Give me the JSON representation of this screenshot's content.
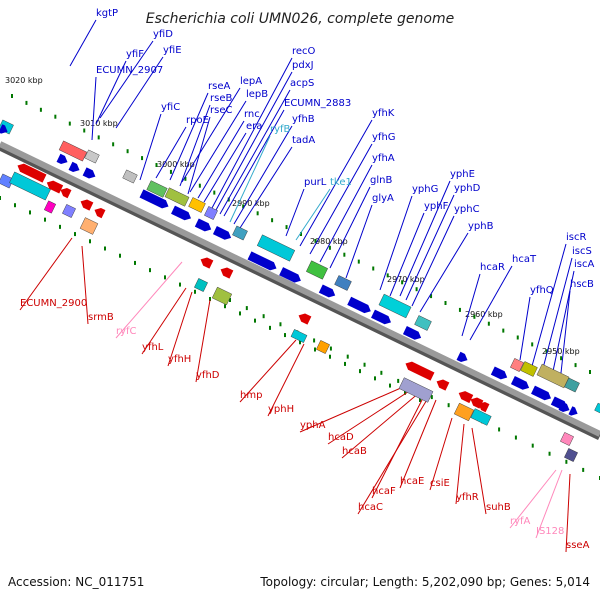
{
  "title": "Escherichia coli UMN026, complete genome",
  "footer": {
    "accession": "Accession: NC_011751",
    "stats": "Topology: circular; Length: 5,202,090 bp; Genes: 5,014"
  },
  "colors": {
    "backbone": "#888888",
    "forward_gene": "#0000cc",
    "reverse_gene": "#dd0000",
    "rna_gene": "#ff88bb",
    "misc_label": "#33aacc",
    "tick": "#007700",
    "leader_blue": "#0000cc",
    "leader_red": "#cc0000"
  },
  "scale_ticks": [
    "3020 kbp",
    "3010 kbp",
    "3000 kbp",
    "2990 kbp",
    "2980 kbp",
    "2970 kbp",
    "2960 kbp",
    "2950 kbp"
  ],
  "genes_top": [
    {
      "label": "kgtP",
      "color": "#0000cc"
    },
    {
      "label": "yfiD",
      "color": "#0000cc"
    },
    {
      "label": "yfiF",
      "color": "#0000cc"
    },
    {
      "label": "yfiE",
      "color": "#0000cc"
    },
    {
      "label": "ECUMN_2907",
      "color": "#0000cc"
    },
    {
      "label": "yfiC",
      "color": "#0000cc"
    },
    {
      "label": "rseA",
      "color": "#0000cc"
    },
    {
      "label": "lepA",
      "color": "#0000cc"
    },
    {
      "label": "rseB",
      "color": "#0000cc"
    },
    {
      "label": "lepB",
      "color": "#0000cc"
    },
    {
      "label": "rseC",
      "color": "#0000cc"
    },
    {
      "label": "rpoE",
      "color": "#0000cc"
    },
    {
      "label": "rnc",
      "color": "#0000cc"
    },
    {
      "label": "era",
      "color": "#0000cc"
    },
    {
      "label": "recO",
      "color": "#0000cc"
    },
    {
      "label": "pdxJ",
      "color": "#0000cc"
    },
    {
      "label": "acpS",
      "color": "#0000cc"
    },
    {
      "label": "ECUMN_2883",
      "color": "#0000cc"
    },
    {
      "label": "ryfB",
      "color": "#33aacc"
    },
    {
      "label": "yfhB",
      "color": "#0000cc"
    },
    {
      "label": "tadA",
      "color": "#0000cc"
    },
    {
      "label": "yfhK",
      "color": "#0000cc"
    },
    {
      "label": "yfhG",
      "color": "#0000cc"
    },
    {
      "label": "yfhA",
      "color": "#0000cc"
    },
    {
      "label": "glnB",
      "color": "#0000cc"
    },
    {
      "label": "purL",
      "color": "#0000cc"
    },
    {
      "label": "tke1",
      "color": "#33aacc"
    },
    {
      "label": "glyA",
      "color": "#0000cc"
    },
    {
      "label": "yphE",
      "color": "#0000cc"
    },
    {
      "label": "yphD",
      "color": "#0000cc"
    },
    {
      "label": "yphG",
      "color": "#0000cc"
    },
    {
      "label": "yphF",
      "color": "#0000cc"
    },
    {
      "label": "yphC",
      "color": "#0000cc"
    },
    {
      "label": "yphB",
      "color": "#0000cc"
    },
    {
      "label": "hcaR",
      "color": "#0000cc"
    },
    {
      "label": "hcaT",
      "color": "#0000cc"
    },
    {
      "label": "iscR",
      "color": "#0000cc"
    },
    {
      "label": "iscS",
      "color": "#0000cc"
    },
    {
      "label": "iscA",
      "color": "#0000cc"
    },
    {
      "label": "hscB",
      "color": "#0000cc"
    },
    {
      "label": "yfhQ",
      "color": "#0000cc"
    }
  ],
  "genes_bottom": [
    {
      "label": "ECUMN_2900",
      "color": "#cc0000"
    },
    {
      "label": "srmB",
      "color": "#cc0000"
    },
    {
      "label": "ryfC",
      "color": "#ff88bb"
    },
    {
      "label": "yfhL",
      "color": "#cc0000"
    },
    {
      "label": "yfhH",
      "color": "#cc0000"
    },
    {
      "label": "yfhD",
      "color": "#cc0000"
    },
    {
      "label": "hmp",
      "color": "#cc0000"
    },
    {
      "label": "yphH",
      "color": "#cc0000"
    },
    {
      "label": "yphA",
      "color": "#cc0000"
    },
    {
      "label": "hcaD",
      "color": "#cc0000"
    },
    {
      "label": "hcaB",
      "color": "#cc0000"
    },
    {
      "label": "hcaF",
      "color": "#cc0000"
    },
    {
      "label": "hcaC",
      "color": "#cc0000"
    },
    {
      "label": "hcaE",
      "color": "#cc0000"
    },
    {
      "label": "csiE",
      "color": "#cc0000"
    },
    {
      "label": "yfhR",
      "color": "#cc0000"
    },
    {
      "label": "suhB",
      "color": "#cc0000"
    },
    {
      "label": "ryfA",
      "color": "#ff88bb"
    },
    {
      "label": "IS128",
      "color": "#ff88bb"
    },
    {
      "label": "sseA",
      "color": "#cc0000"
    }
  ]
}
